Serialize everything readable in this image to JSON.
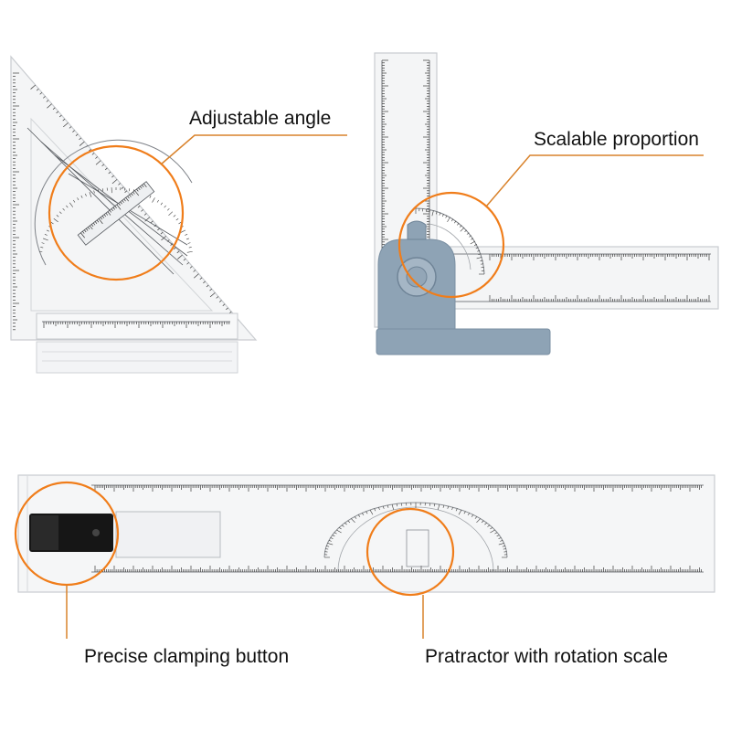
{
  "callouts": {
    "adjustable_angle": "Adjustable angle",
    "scalable_proportion": "Scalable proportion",
    "clamping_button": "Precise clamping button",
    "protractor_scale": "Pratractor with rotation scale"
  },
  "colors": {
    "accent_orange": "#f07d1a",
    "callout_line": "#d9822b",
    "pivot_blue_gray": "#8ea3b5",
    "clamp_black": "#161616",
    "ruler_clear": "#f4f5f6",
    "scale_marks": "#3a3a3a"
  },
  "products": [
    {
      "name": "set-square-with-protractor"
    },
    {
      "name": "adjustable-l-ruler"
    },
    {
      "name": "parallel-rolling-ruler"
    }
  ]
}
